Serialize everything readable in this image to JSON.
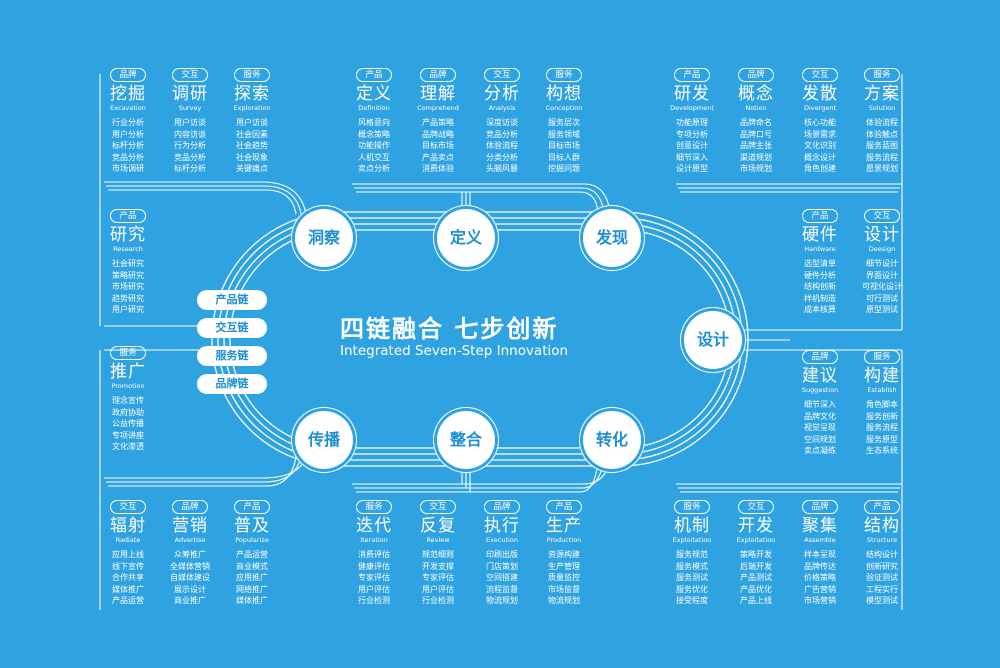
{
  "center": {
    "title": "四链融合 七步创新",
    "subtitle": "Integrated Seven-Step Innovation"
  },
  "steps": [
    "洞察",
    "定义",
    "发现",
    "设计",
    "转化",
    "整合",
    "传播"
  ],
  "chains": [
    "产品链",
    "交互链",
    "服务链",
    "品牌链"
  ],
  "cards": [
    {
      "tag": "品牌",
      "title": "挖掘",
      "en": "Excavation",
      "items": [
        "行业分析",
        "用户分析",
        "标杆分析",
        "竞品分析",
        "市场调研"
      ]
    },
    {
      "tag": "交互",
      "title": "调研",
      "en": "Survey",
      "items": [
        "用户访谈",
        "内容访谈",
        "行为分析",
        "竞品分析",
        "标杆分析"
      ]
    },
    {
      "tag": "服务",
      "title": "探索",
      "en": "Exploration",
      "items": [
        "用户访谈",
        "社会因素",
        "社会趋势",
        "社会现象",
        "关键痛点"
      ]
    },
    {
      "tag": "产品",
      "title": "定义",
      "en": "Definition",
      "items": [
        "风格意向",
        "概念策略",
        "功能操作",
        "人机交互",
        "卖点分析"
      ]
    },
    {
      "tag": "品牌",
      "title": "理解",
      "en": "Comprehend",
      "items": [
        "产品策略",
        "品牌战略",
        "目标市场",
        "产品卖点",
        "消费体验"
      ]
    },
    {
      "tag": "交互",
      "title": "分析",
      "en": "Analysis",
      "items": [
        "深度访谈",
        "竞品分析",
        "体验流程",
        "分类分析",
        "头脑风暴"
      ]
    },
    {
      "tag": "服务",
      "title": "构想",
      "en": "Conception",
      "items": [
        "服务层次",
        "服务领域",
        "目标市场",
        "目标人群",
        "挖掘问题"
      ]
    },
    {
      "tag": "产品",
      "title": "研发",
      "en": "Development",
      "items": [
        "功能原理",
        "专项分析",
        "创意设计",
        "细节深入",
        "设计原型"
      ]
    },
    {
      "tag": "品牌",
      "title": "概念",
      "en": "Notion",
      "items": [
        "品牌命名",
        "品牌口号",
        "品牌主张",
        "渠道规划",
        "市场规划"
      ]
    },
    {
      "tag": "交互",
      "title": "发散",
      "en": "Divergent",
      "items": [
        "核心功能",
        "场景需求",
        "文化识别",
        "概念设计",
        "角色创建"
      ]
    },
    {
      "tag": "服务",
      "title": "方案",
      "en": "Solution",
      "items": [
        "体验流程",
        "体验触点",
        "服务蓝图",
        "服务流程",
        "愿景规划"
      ]
    },
    {
      "tag": "产品",
      "title": "研究",
      "en": "Research",
      "items": [
        "社会研究",
        "策略研究",
        "市场研究",
        "趋势研究",
        "用户研究"
      ]
    },
    {
      "tag": "产品",
      "title": "硬件",
      "en": "Hardware",
      "items": [
        "选型清单",
        "硬件分析",
        "结构创新",
        "样机制造",
        "成本核算"
      ]
    },
    {
      "tag": "交互",
      "title": "设计",
      "en": "Deesign",
      "items": [
        "细节设计",
        "界面设计",
        "可视化设计",
        "可行测试",
        "原型测试"
      ]
    },
    {
      "tag": "服务",
      "title": "推广",
      "en": "Promotion",
      "items": [
        "理念宣传",
        "政府协助",
        "公益传播",
        "专项讲座",
        "文化渗透"
      ]
    },
    {
      "tag": "品牌",
      "title": "建议",
      "en": "Suggestion",
      "items": [
        "细节深入",
        "品牌文化",
        "视觉呈现",
        "空间规划",
        "卖点凝练"
      ]
    },
    {
      "tag": "服务",
      "title": "构建",
      "en": "Establish",
      "items": [
        "角色脚本",
        "服务创新",
        "服务流程",
        "服务原型",
        "生态系统"
      ]
    },
    {
      "tag": "交互",
      "title": "辐射",
      "en": "Radiate",
      "items": [
        "应用上线",
        "线下宣传",
        "合作共享",
        "媒体推广",
        "产品运营"
      ]
    },
    {
      "tag": "品牌",
      "title": "营销",
      "en": "Advertise",
      "items": [
        "众筹推广",
        "全媒体营销",
        "自媒体建设",
        "展示设计",
        "商业推广"
      ]
    },
    {
      "tag": "产品",
      "title": "普及",
      "en": "Popularize",
      "items": [
        "产品运营",
        "商业模式",
        "应用推广",
        "网络推广",
        "媒体推广"
      ]
    },
    {
      "tag": "服务",
      "title": "迭代",
      "en": "Iteration",
      "items": [
        "消费评估",
        "健康评估",
        "专家评估",
        "用户评估",
        "行业检测"
      ]
    },
    {
      "tag": "交互",
      "title": "反复",
      "en": "Review",
      "items": [
        "规范细则",
        "开发支撑",
        "专家评估",
        "用户评估",
        "行业检测"
      ]
    },
    {
      "tag": "品牌",
      "title": "执行",
      "en": "Execution",
      "items": [
        "印刷出版",
        "门店策划",
        "空间搭建",
        "流程监督",
        "物流规划"
      ]
    },
    {
      "tag": "产品",
      "title": "生产",
      "en": "Production",
      "items": [
        "资源构建",
        "生产管理",
        "质量监控",
        "市场监督",
        "物流规划"
      ]
    },
    {
      "tag": "服务",
      "title": "机制",
      "en": "Exploitation",
      "items": [
        "服务规范",
        "服务模式",
        "服务测试",
        "服务优化",
        "接受程度"
      ]
    },
    {
      "tag": "交互",
      "title": "开发",
      "en": "Exploitation",
      "items": [
        "策略开发",
        "后端开发",
        "产品测试",
        "产品优化",
        "产品上线"
      ]
    },
    {
      "tag": "品牌",
      "title": "聚集",
      "en": "Assemble",
      "items": [
        "样本呈现",
        "品牌传达",
        "价格策略",
        "广告营销",
        "市场营销"
      ]
    },
    {
      "tag": "产品",
      "title": "结构",
      "en": "Structure",
      "items": [
        "结构设计",
        "创新研究",
        "验证测试",
        "工程实行",
        "模型测试"
      ]
    }
  ]
}
